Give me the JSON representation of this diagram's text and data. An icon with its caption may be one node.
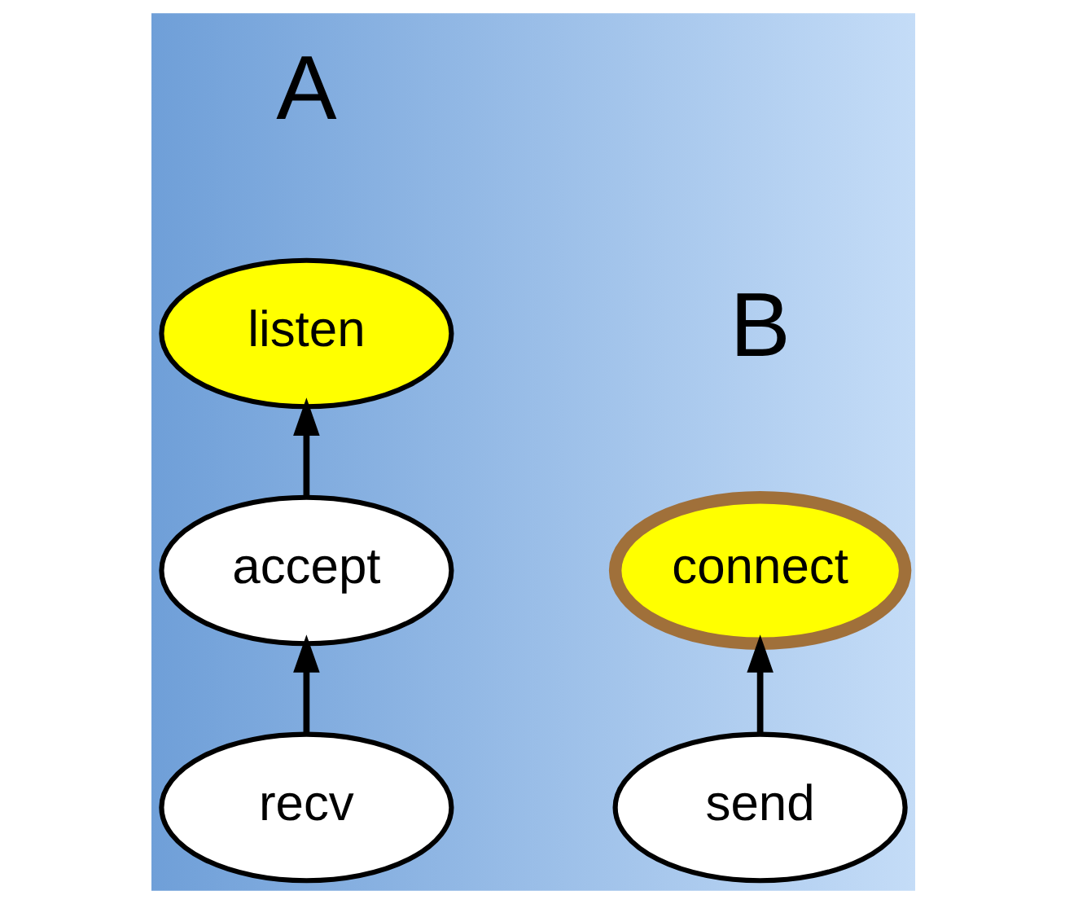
{
  "diagram": {
    "nodes": [
      {
        "text": [
          "listen"
        ]
      },
      {
        "text": [
          "accept"
        ]
      },
      {
        "text": [
          "recv"
        ]
      },
      {
        "text": [
          "connect"
        ]
      },
      {
        "text": [
          "send"
        ]
      }
    ],
    "edges": [
      {
        "from": 1,
        "to": 0,
        "arrow": "to"
      },
      {
        "from": 2,
        "to": 1,
        "arrow": "to"
      },
      {
        "from": 4,
        "to": 3,
        "arrow": "to"
      }
    ],
    "labels": [
      "A",
      "B"
    ]
  }
}
